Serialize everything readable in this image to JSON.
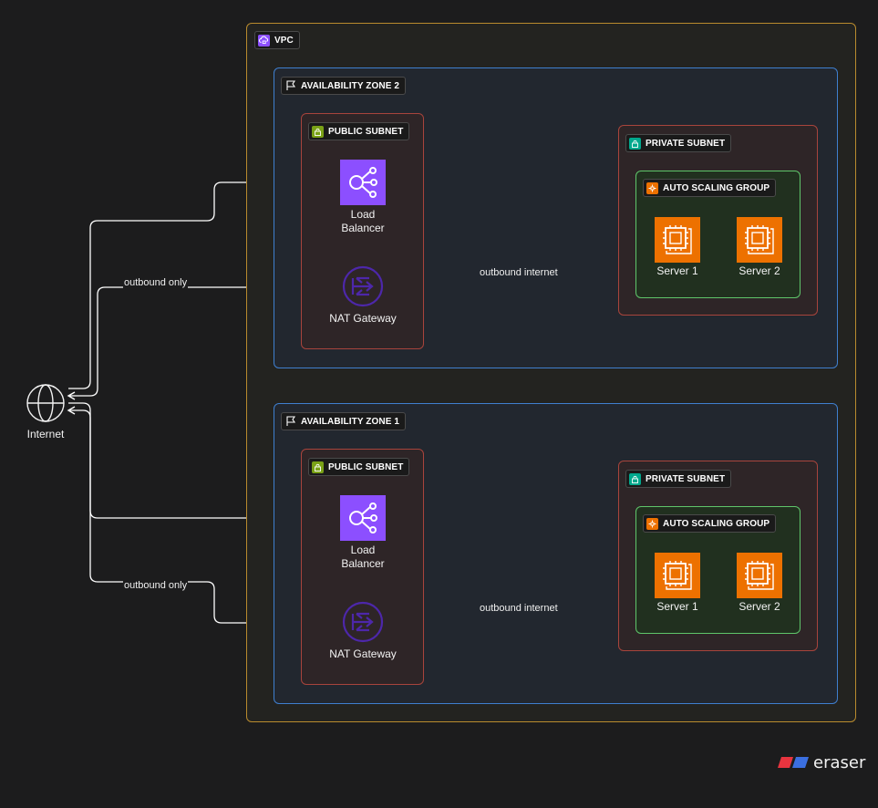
{
  "vpc": {
    "label": "VPC"
  },
  "internet": {
    "label": "Internet"
  },
  "zones": [
    {
      "label": "AVAILABILITY ZONE 2",
      "public_subnet": {
        "label": "PUBLIC SUBNET",
        "load_balancer": "Load\nBalancer",
        "nat_gateway": "NAT Gateway"
      },
      "private_subnet": {
        "label": "PRIVATE SUBNET",
        "asg": {
          "label": "AUTO SCALING GROUP",
          "servers": [
            "Server 1",
            "Server 2"
          ]
        }
      },
      "edges": {
        "outbound_only": "outbound only",
        "outbound_internet": "outbound internet"
      }
    },
    {
      "label": "AVAILABILITY ZONE 1",
      "public_subnet": {
        "label": "PUBLIC SUBNET",
        "load_balancer": "Load\nBalancer",
        "nat_gateway": "NAT Gateway"
      },
      "private_subnet": {
        "label": "PRIVATE SUBNET",
        "asg": {
          "label": "AUTO SCALING GROUP",
          "servers": [
            "Server 1",
            "Server 2"
          ]
        }
      },
      "edges": {
        "outbound_only": "outbound only",
        "outbound_internet": "outbound internet"
      }
    }
  ],
  "brand": {
    "name": "eraser"
  },
  "colors": {
    "vpc_border": "#b98b2e",
    "az_border": "#3f7fcf",
    "subnet_border": "#a8443c",
    "asg_border": "#5fc56a",
    "public_icon": "#7aa116",
    "private_icon": "#01a88d",
    "asg_icon": "#ed7100",
    "lb_icon": "#8c4fff",
    "nat_icon": "#4d27aa",
    "ec2_icon": "#ed7100",
    "brand_red": "#e8343f",
    "brand_blue": "#3b6fe0"
  },
  "icons": {
    "vpc": "vpc-icon",
    "zone": "flag-icon",
    "public_subnet": "lock-icon",
    "private_subnet": "lock-icon",
    "asg": "auto-scaling-icon",
    "load_balancer": "load-balancer-icon",
    "nat_gateway": "nat-gateway-icon",
    "server": "ec2-instance-icon",
    "internet": "globe-icon"
  }
}
